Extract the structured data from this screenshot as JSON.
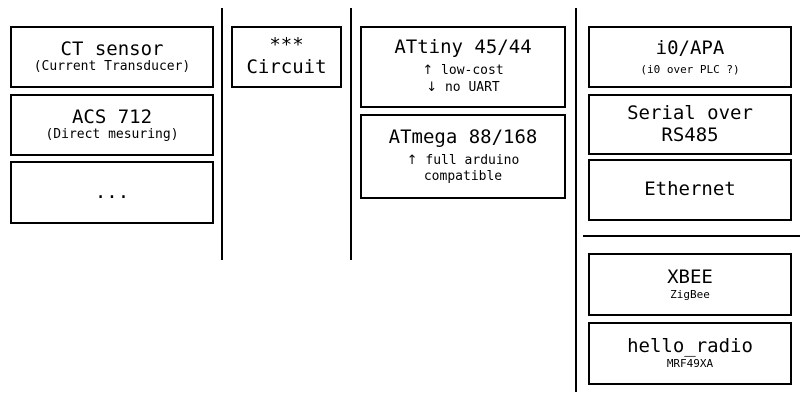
{
  "sensors": {
    "ct": {
      "title": "CT sensor",
      "sub": "(Current Transducer)"
    },
    "acs": {
      "title": "ACS 712",
      "sub": "(Direct mesuring)"
    },
    "more": {
      "title": "..."
    }
  },
  "circuit": {
    "line1": "***",
    "line2": "Circuit"
  },
  "mcu": {
    "attiny": {
      "title": "ATtiny 45/44",
      "pro": {
        "arrow": "↑",
        "text": "low-cost"
      },
      "con": {
        "arrow": "↓",
        "text": "no UART"
      }
    },
    "atmega": {
      "title": "ATmega 88/168",
      "pro": {
        "arrow": "↑",
        "text": "full arduino"
      },
      "pro2": "compatible"
    }
  },
  "wired": {
    "i0apa": {
      "title": "i0/APA",
      "sub": "(i0 over PLC ?)"
    },
    "serial": {
      "line1": "Serial over",
      "line2": "RS485"
    },
    "ethernet": {
      "title": "Ethernet"
    }
  },
  "wireless": {
    "xbee": {
      "title": "XBEE",
      "sub": "ZigBee"
    },
    "hello": {
      "title": "hello_radio",
      "sub": "MRF49XA"
    }
  }
}
